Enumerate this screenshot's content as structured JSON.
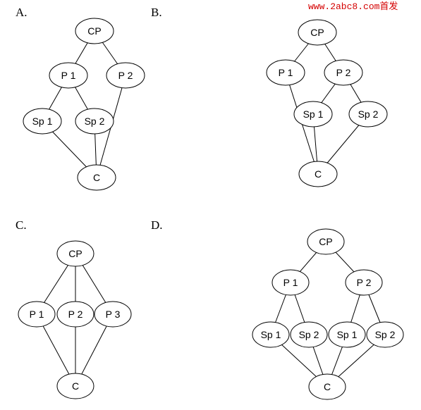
{
  "watermark": "www.2abc8.com首发",
  "colors": {
    "watermark": "#d40000",
    "stroke": "#000000",
    "fill": "#ffffff"
  },
  "panels": [
    {
      "id": "A",
      "label": "A.",
      "nodes": [
        {
          "id": "cp",
          "text": "CP"
        },
        {
          "id": "p1",
          "text": "P 1"
        },
        {
          "id": "p2",
          "text": "P 2"
        },
        {
          "id": "sp1",
          "text": "Sp 1"
        },
        {
          "id": "sp2",
          "text": "Sp 2"
        },
        {
          "id": "c",
          "text": "C"
        }
      ],
      "edges": [
        [
          "cp",
          "p1"
        ],
        [
          "cp",
          "p2"
        ],
        [
          "p1",
          "sp1"
        ],
        [
          "p1",
          "sp2"
        ],
        [
          "sp1",
          "c"
        ],
        [
          "sp2",
          "c"
        ],
        [
          "p2",
          "c"
        ]
      ]
    },
    {
      "id": "B",
      "label": "B.",
      "nodes": [
        {
          "id": "cp",
          "text": "CP"
        },
        {
          "id": "p1",
          "text": "P 1"
        },
        {
          "id": "p2",
          "text": "P 2"
        },
        {
          "id": "sp1",
          "text": "Sp 1"
        },
        {
          "id": "sp2",
          "text": "Sp 2"
        },
        {
          "id": "c",
          "text": "C"
        }
      ],
      "edges": [
        [
          "cp",
          "p1"
        ],
        [
          "cp",
          "p2"
        ],
        [
          "p2",
          "sp1"
        ],
        [
          "p2",
          "sp2"
        ],
        [
          "p1",
          "c"
        ],
        [
          "sp1",
          "c"
        ],
        [
          "sp2",
          "c"
        ]
      ]
    },
    {
      "id": "C",
      "label": "C.",
      "nodes": [
        {
          "id": "cp",
          "text": "CP"
        },
        {
          "id": "p1",
          "text": "P 1"
        },
        {
          "id": "p2",
          "text": "P 2"
        },
        {
          "id": "p3",
          "text": "P 3"
        },
        {
          "id": "c",
          "text": "C"
        }
      ],
      "edges": [
        [
          "cp",
          "p1"
        ],
        [
          "cp",
          "p2"
        ],
        [
          "cp",
          "p3"
        ],
        [
          "p1",
          "c"
        ],
        [
          "p2",
          "c"
        ],
        [
          "p3",
          "c"
        ]
      ]
    },
    {
      "id": "D",
      "label": "D.",
      "nodes": [
        {
          "id": "cp",
          "text": "CP"
        },
        {
          "id": "p1",
          "text": "P 1"
        },
        {
          "id": "p2",
          "text": "P 2"
        },
        {
          "id": "sp1a",
          "text": "Sp 1"
        },
        {
          "id": "sp2a",
          "text": "Sp 2"
        },
        {
          "id": "sp1b",
          "text": "Sp 1"
        },
        {
          "id": "sp2b",
          "text": "Sp 2"
        },
        {
          "id": "c",
          "text": "C"
        }
      ],
      "edges": [
        [
          "cp",
          "p1"
        ],
        [
          "cp",
          "p2"
        ],
        [
          "p1",
          "sp1a"
        ],
        [
          "p1",
          "sp2a"
        ],
        [
          "p2",
          "sp1b"
        ],
        [
          "p2",
          "sp2b"
        ],
        [
          "sp1a",
          "c"
        ],
        [
          "sp2a",
          "c"
        ],
        [
          "sp1b",
          "c"
        ],
        [
          "sp2b",
          "c"
        ]
      ]
    }
  ]
}
